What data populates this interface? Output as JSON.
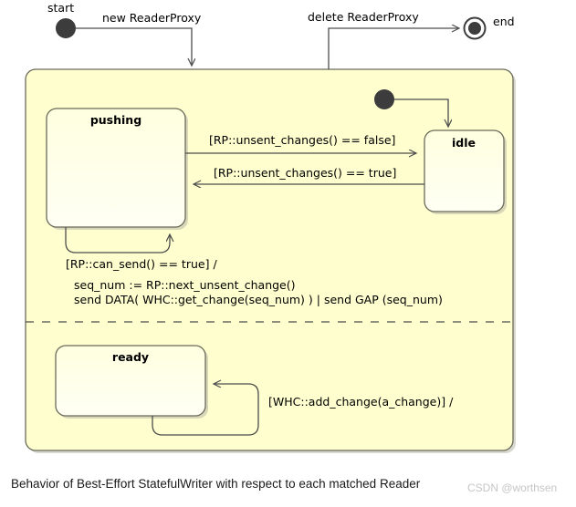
{
  "diagram": {
    "kind": "uml-state-machine",
    "caption": "Behavior of Best-Effort StatefulWriter with respect to each matched Reader",
    "watermark": "CSDN @worthsen",
    "colors": {
      "composite_fill": "#FEFECE",
      "state_fill": "#FFFFE8",
      "border": "#6A6A5A",
      "line": "#4D4D4D",
      "node_fill": "#3C3C3C",
      "shadow": "#B8B8A8",
      "caption_text": "#1A1A1A",
      "watermark_text": "#C6C6C6"
    },
    "pseudostates": {
      "start_label": "start",
      "end_label": "end",
      "inner_initial_name": "initial-node"
    },
    "composite": {
      "name": "StatefulWriter composite state",
      "regions": [
        {
          "name": "upper-region"
        },
        {
          "name": "lower-region"
        }
      ]
    },
    "states": [
      {
        "id": "pushing",
        "label": "pushing"
      },
      {
        "id": "idle",
        "label": "idle"
      },
      {
        "id": "ready",
        "label": "ready"
      }
    ],
    "transitions": [
      {
        "id": "start-to-composite",
        "label": "new ReaderProxy",
        "from": "start",
        "to": "composite"
      },
      {
        "id": "composite-to-end",
        "label": "delete ReaderProxy",
        "from": "composite",
        "to": "end"
      },
      {
        "id": "pushing-to-idle",
        "label": "[RP::unsent_changes() == false]",
        "from": "pushing",
        "to": "idle"
      },
      {
        "id": "idle-to-pushing",
        "label": "[RP::unsent_changes() == true]",
        "from": "idle",
        "to": "pushing"
      },
      {
        "id": "pushing-self-loop",
        "from": "pushing",
        "to": "pushing",
        "label_lines": [
          "[RP::can_send() == true] /",
          "seq_num := RP::next_unsent_change()",
          "send DATA( WHC::get_change(seq_num) )  | send GAP (seq_num)"
        ]
      },
      {
        "id": "ready-self-loop",
        "from": "ready",
        "to": "ready",
        "label": "[WHC::add_change(a_change)] /"
      }
    ]
  }
}
